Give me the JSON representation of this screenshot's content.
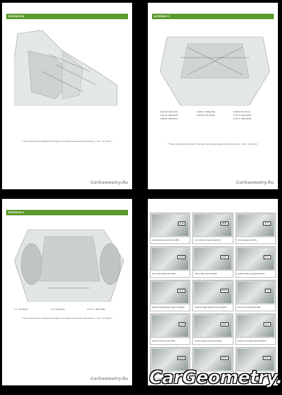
{
  "pages": {
    "p1": {
      "header": "INTERIOR B",
      "note": "* These dimensions indicated in this figure are actual-measurement dimensions. ( Unit : mm (inch) )",
      "watermark": "CarGeometry.Ru"
    },
    "p2": {
      "header": "INTERIOR C",
      "note": "* These dimensions indicated in this figure are actual-measurement dimensions. ( Unit : mm (inch) )",
      "watermark": "CarGeometry.Ru",
      "dims": [
        "U-R/U'-R': 431 (16.97)",
        "S-R/S'-R': 1068 (42.05)",
        "S-R/S-R': 873 (34.37)",
        "V-E/V'-E': 1028 (40.47)",
        "S-W/S'-W': 411 (16.18)",
        "S-T/S'-T': 1030 (40.55)",
        "U-R/S'-R': 338 (13.31)",
        "",
        "S-V/S'-V': 1032 (40.63)"
      ]
    },
    "p3": {
      "header": "INTERIOR D",
      "note": "* These dimensions indicated in this figure are actual-measurement dimensions. ( Unit : mm (inch) )",
      "watermark": "CarGeometry.Ru",
      "dims": [
        "Y-Z : 763 (30.04)",
        "Y'-Z : 815 (32.09)",
        "Z-Y/Y'-Z' : 380 (14.96)"
      ]
    },
    "p4": {
      "cells": [
        {
          "cap": "Curtain airbag mounting hole (B-6)",
          "tag": "A-A'"
        },
        {
          "cap": "Front pillar inner panel hole (B-6)",
          "tag": "B-B'"
        },
        {
          "cap": "Cowl crossbar hole (B-6)",
          "tag": "C-C'"
        },
        {
          "cap": "Front seat crossbar hole (B-6)",
          "tag": "D-D'"
        },
        {
          "cap": "Center pillar inner hole (B-6)",
          "tag": "E-E'"
        },
        {
          "cap": "Curtain airbag mounting hole (B-6)",
          "tag": "F-F'"
        },
        {
          "cap": "Seat belt height adjuster upper hole (B-6)",
          "tag": "G-G'"
        },
        {
          "cap": "Seat belt height adjuster lower hole (B-6)",
          "tag": "H-H'"
        },
        {
          "cap": "Rear seat crossbar hole (B-6)",
          "tag": "I-I'"
        },
        {
          "cap": "Seat belt mounting hole (B-6)",
          "tag": "J-J'"
        },
        {
          "cap": "Curtain airbag mounting hole (B-6)",
          "tag": "K-K'"
        },
        {
          "cap": "Quarter inner upper panel hole (B-6)",
          "tag": "L-L'"
        },
        {
          "cap": "Quarter inner lower panel hole (B-6)",
          "tag": "M-M'"
        },
        {
          "cap": "Quarter inner lower panel hole (B-6)",
          "tag": "N-N'"
        },
        {
          "cap": "Quarter inner lower panel hole (B-6)",
          "tag": "O-O'"
        }
      ]
    }
  },
  "big_watermark": "CarGeometry.ru"
}
